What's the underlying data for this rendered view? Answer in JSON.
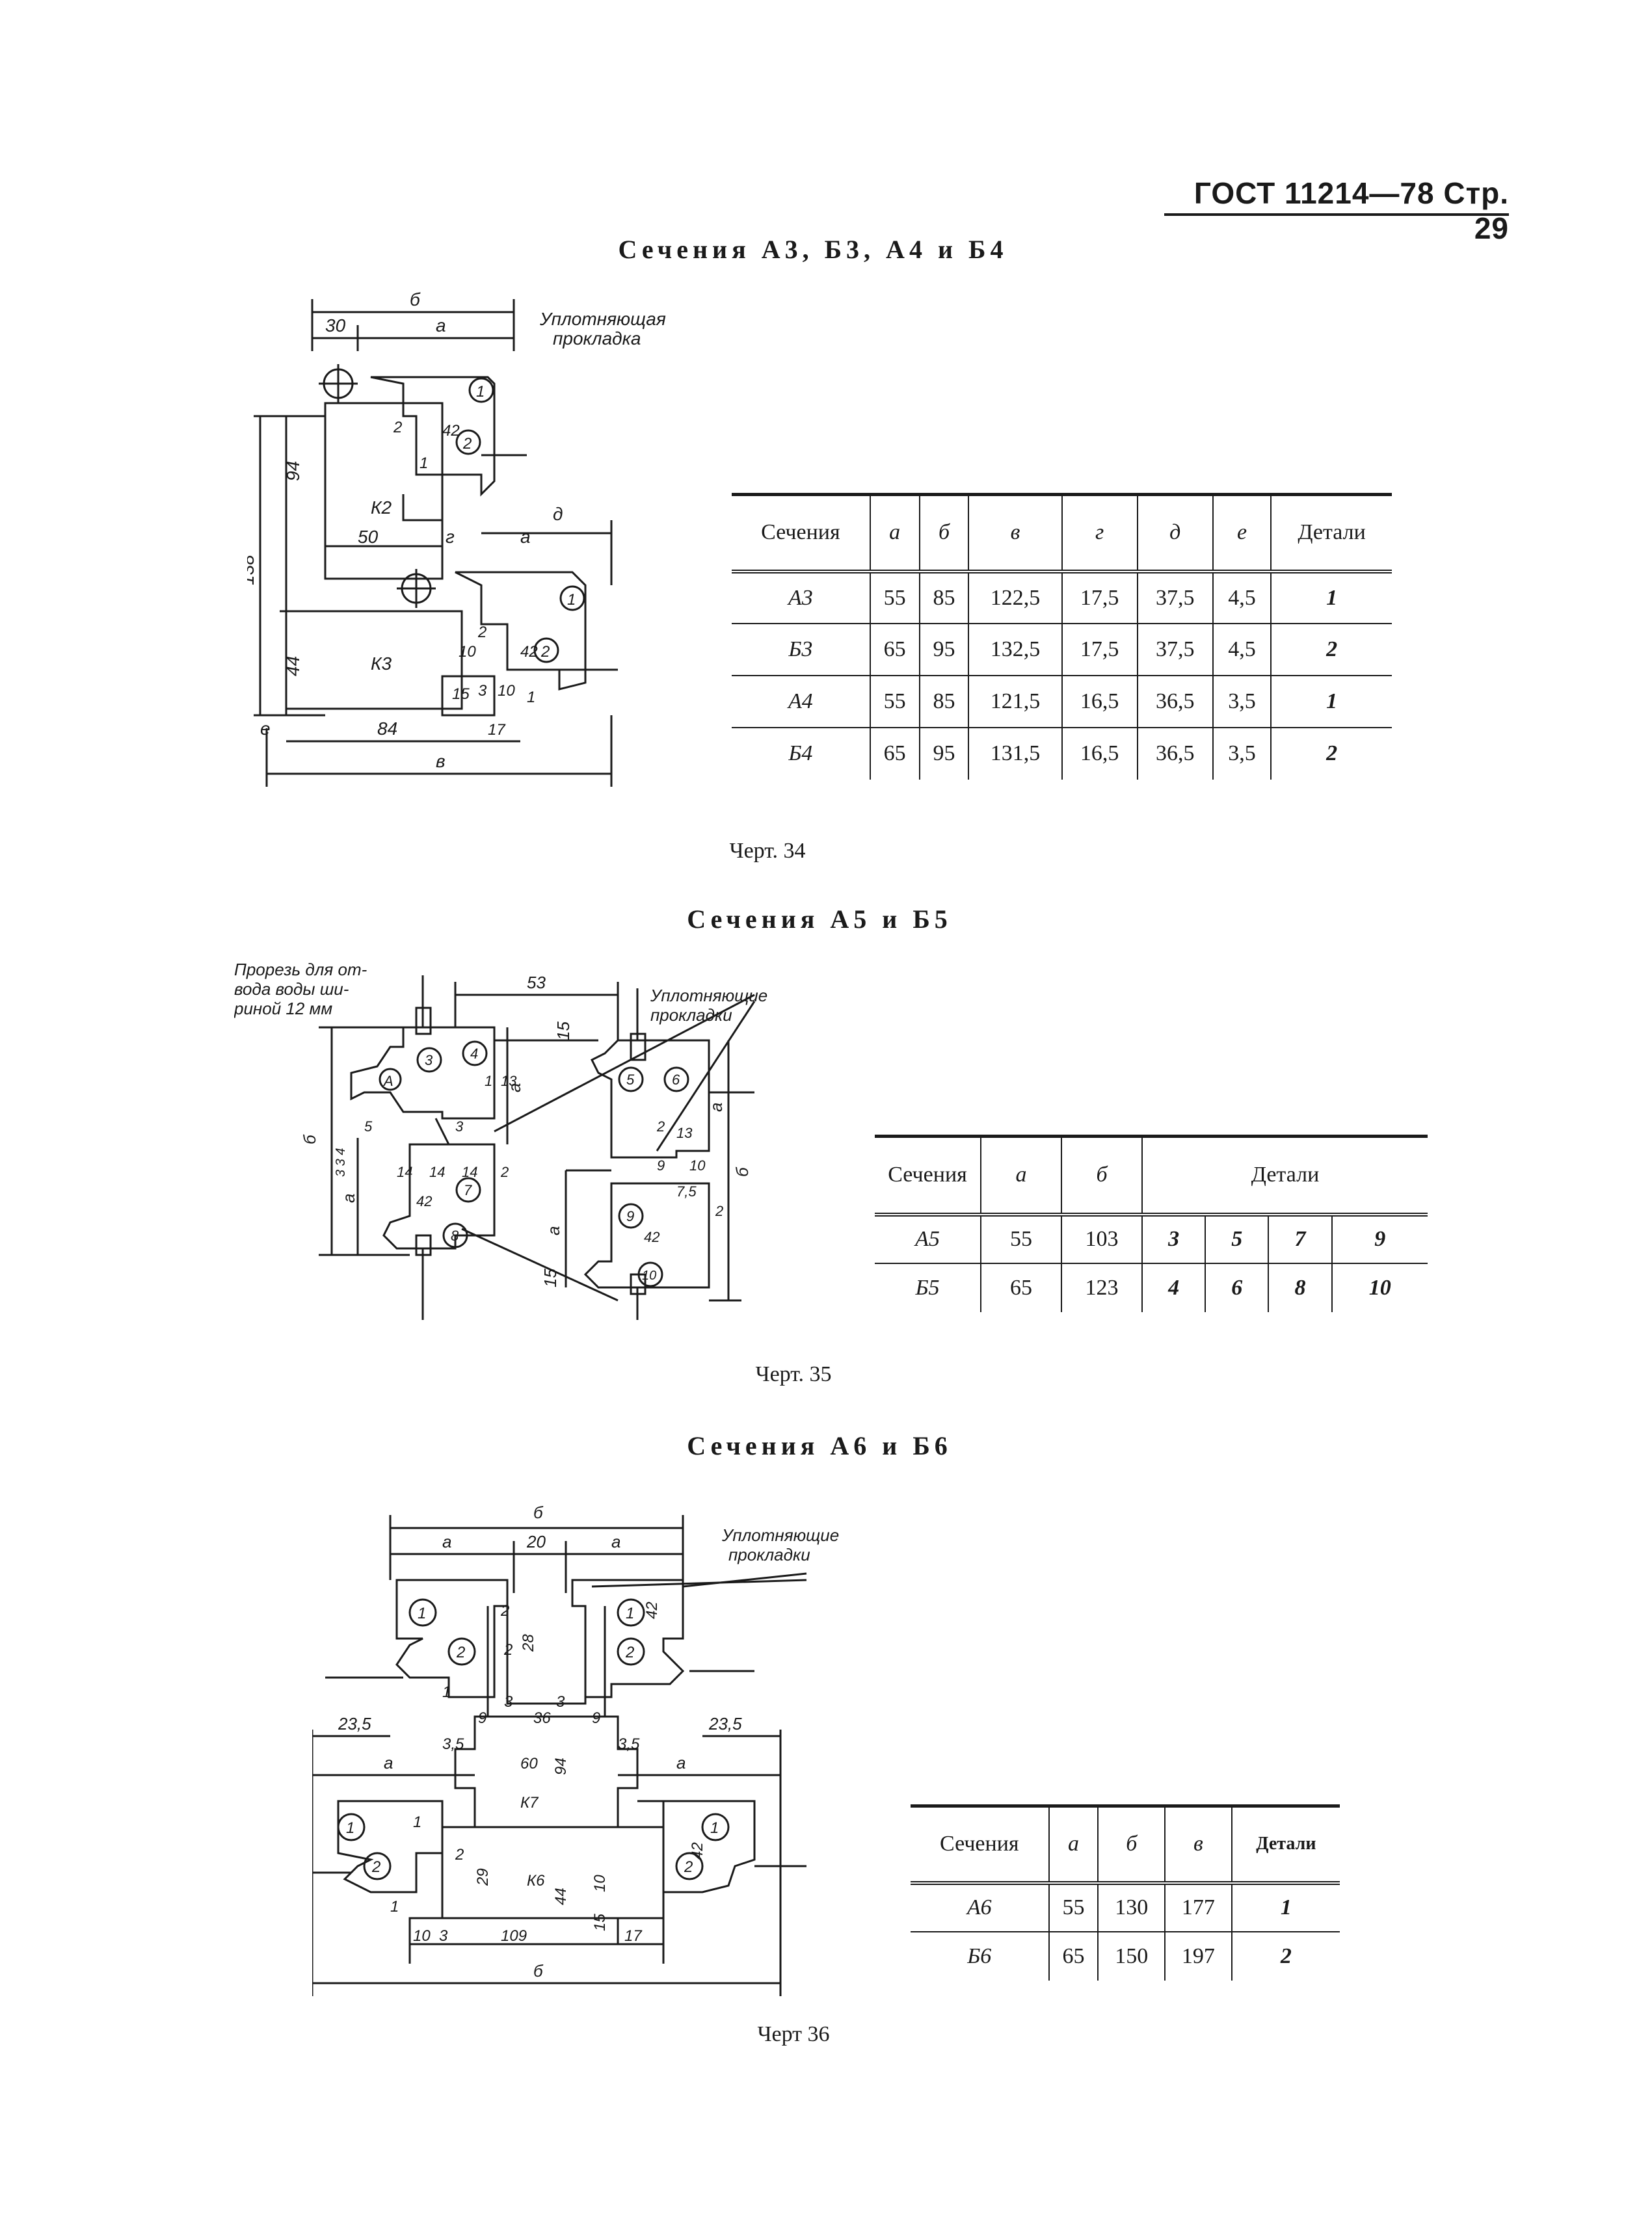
{
  "header": {
    "text": "ГОСТ 11214—78 Стр. 29"
  },
  "fig34": {
    "title": "Сечения А3, Б3, А4 и Б4",
    "caption": "Черт. 34",
    "labels": {
      "b_top": "б",
      "d30": "30",
      "a_top": "а",
      "seal": "Уплотняющая",
      "seal2": "прокладка",
      "n138": "138",
      "n94": "94",
      "n44": "44",
      "k2": "К2",
      "k3": "К3",
      "n50": "50",
      "g": "г",
      "a_mid": "а",
      "d_lbl": "д",
      "n84": "84",
      "e_lbl": "е",
      "v_lbl": "в",
      "n42a": "42",
      "n42b": "42",
      "n2a": "2",
      "n2b": "2",
      "n1a": "1",
      "n1b": "1",
      "n10a": "10",
      "n10b": "10",
      "n15": "15",
      "n3": "3",
      "n17": "17",
      "c1": "1",
      "c2": "2",
      "c3": "1",
      "c4": "2"
    },
    "table": {
      "headers": [
        "Сечения",
        "а",
        "б",
        "в",
        "г",
        "д",
        "е",
        "Детали"
      ],
      "rows": [
        [
          "А3",
          "55",
          "85",
          "122,5",
          "17,5",
          "37,5",
          "4,5",
          "1"
        ],
        [
          "Б3",
          "65",
          "95",
          "132,5",
          "17,5",
          "37,5",
          "4,5",
          "2"
        ],
        [
          "А4",
          "55",
          "85",
          "121,5",
          "16,5",
          "36,5",
          "3,5",
          "1"
        ],
        [
          "Б4",
          "65",
          "95",
          "131,5",
          "16,5",
          "36,5",
          "3,5",
          "2"
        ]
      ]
    }
  },
  "fig35": {
    "title": "Сечения А5 и Б5",
    "caption": "Черт. 35",
    "labels": {
      "slot1": "Прорезь для от-",
      "slot2": "вода воды ши-",
      "slot3": "риной 12 мм",
      "seal1": "Уплотняющие",
      "seal2": "прокладки",
      "n53": "53",
      "n15a": "15",
      "n15b": "15",
      "b_lbl": "б",
      "a_lbl": "а",
      "a2": "а",
      "a3": "а",
      "a4": "а",
      "b2": "б",
      "A": "А",
      "n13a": "13",
      "n13b": "13",
      "n5": "5",
      "n334": "3 3 4",
      "n14a": "14",
      "n14b": "14",
      "n14c": "14",
      "n42a": "42",
      "n42b": "42",
      "n2a": "2",
      "n2b": "2",
      "n2c": "2",
      "n9": "9",
      "n10": "10",
      "n75": "7,5",
      "n3": "3",
      "n1": "1",
      "c3": "3",
      "c4": "4",
      "c5": "5",
      "c6": "6",
      "c7": "7",
      "c8": "8",
      "c9": "9",
      "c10": "10"
    },
    "table": {
      "headers": [
        "Сечения",
        "а",
        "б",
        "Детали"
      ],
      "rows": [
        [
          "А5",
          "55",
          "103",
          "3",
          "5",
          "7",
          "9"
        ],
        [
          "Б5",
          "65",
          "123",
          "4",
          "6",
          "8",
          "10"
        ]
      ]
    }
  },
  "fig36": {
    "title": "Сечения А6 и Б6",
    "caption": "Черт 36",
    "labels": {
      "b_top": "б",
      "a1": "а",
      "n20": "20",
      "a2": "а",
      "seal1": "Уплотняющие",
      "seal2": "прокладки",
      "n235a": "23,5",
      "n235b": "23,5",
      "n35a": "3,5",
      "n35b": "3,5",
      "a3": "а",
      "a4": "а",
      "n60": "60",
      "n94": "94",
      "n28": "28",
      "n36": "36",
      "n9a": "9",
      "n9b": "9",
      "n3a": "3",
      "n3b": "3",
      "n2a": "2",
      "n2b": "2",
      "n2c": "2",
      "n1a": "1",
      "n1b": "1",
      "n1c": "1",
      "n42a": "42",
      "n42b": "42",
      "n29": "29",
      "n44": "44",
      "n10": "10",
      "n15": "15",
      "n109": "109",
      "n10b": "10",
      "n3c": "3",
      "n17": "17",
      "b_bot": "б",
      "k7": "К7",
      "k6": "К6",
      "c1": "1",
      "c2": "2",
      "c3": "1",
      "c4": "2",
      "c5": "1",
      "c6": "2",
      "c7": "1",
      "c8": "2"
    },
    "table": {
      "headers": [
        "Сечения",
        "а",
        "б",
        "в",
        "Детали"
      ],
      "rows": [
        [
          "А6",
          "55",
          "130",
          "177",
          "1"
        ],
        [
          "Б6",
          "65",
          "150",
          "197",
          "2"
        ]
      ]
    }
  }
}
